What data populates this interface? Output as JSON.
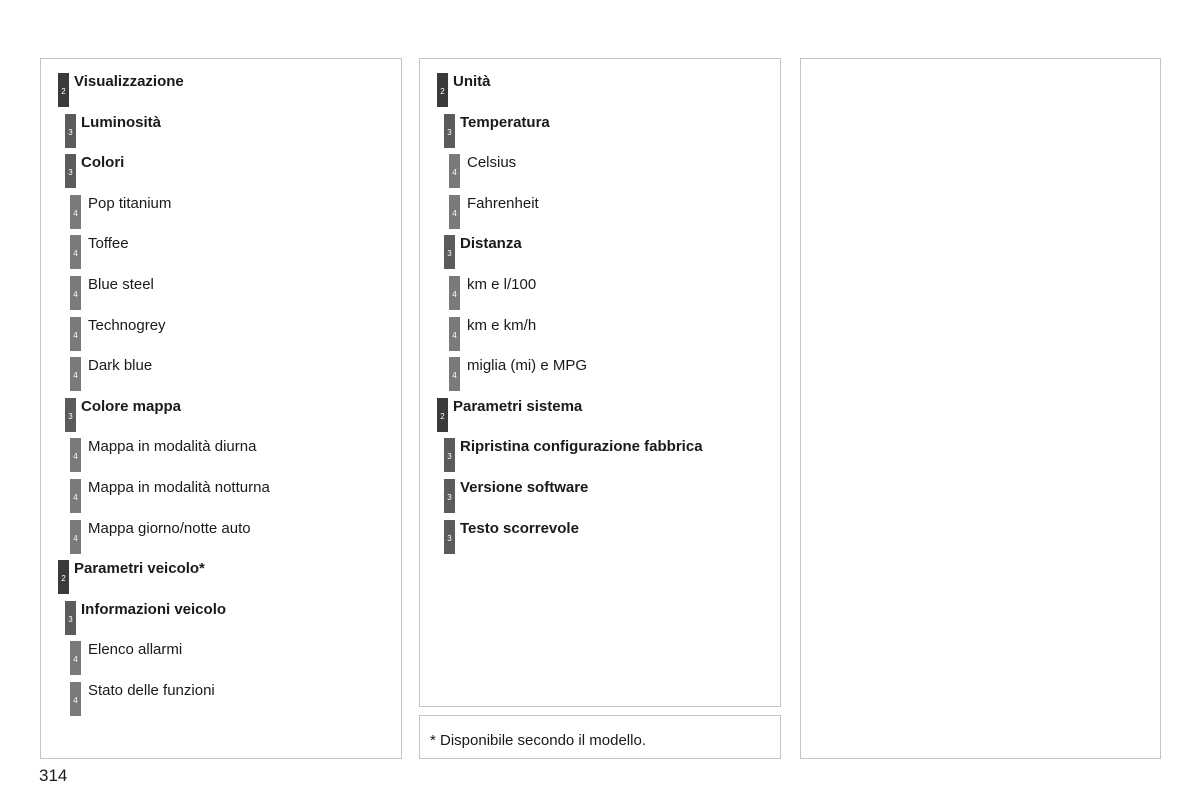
{
  "columns": [
    {
      "items": [
        {
          "level": "2",
          "label": "Visualizzazione"
        },
        {
          "level": "3",
          "label": "Luminosità"
        },
        {
          "level": "3",
          "label": "Colori"
        },
        {
          "level": "4",
          "label": "Pop titanium"
        },
        {
          "level": "4",
          "label": "Toffee"
        },
        {
          "level": "4",
          "label": "Blue steel"
        },
        {
          "level": "4",
          "label": "Technogrey"
        },
        {
          "level": "4",
          "label": "Dark blue"
        },
        {
          "level": "3",
          "label": "Colore mappa"
        },
        {
          "level": "4",
          "label": "Mappa in modalità diurna"
        },
        {
          "level": "4",
          "label": "Mappa in modalità notturna"
        },
        {
          "level": "4",
          "label": "Mappa giorno/notte auto"
        },
        {
          "level": "2",
          "label": "Parametri veicolo*"
        },
        {
          "level": "3",
          "label": "Informazioni veicolo"
        },
        {
          "level": "4",
          "label": "Elenco allarmi"
        },
        {
          "level": "4",
          "label": "Stato delle funzioni"
        }
      ]
    },
    {
      "items": [
        {
          "level": "2",
          "label": "Unità"
        },
        {
          "level": "3",
          "label": "Temperatura"
        },
        {
          "level": "4",
          "label": "Celsius"
        },
        {
          "level": "4",
          "label": "Fahrenheit"
        },
        {
          "level": "3",
          "label": "Distanza"
        },
        {
          "level": "4",
          "label": "km e l/100"
        },
        {
          "level": "4",
          "label": "km e km/h"
        },
        {
          "level": "4",
          "label": "miglia (mi) e MPG"
        },
        {
          "level": "2",
          "label": "Parametri sistema"
        },
        {
          "level": "3",
          "label": "Ripristina configurazione fabbrica"
        },
        {
          "level": "3",
          "label": "Versione software"
        },
        {
          "level": "3",
          "label": "Testo scorrevole"
        }
      ]
    }
  ],
  "footnote": "* Disponibile secondo il modello.",
  "page_number": "314",
  "colors": {
    "level2_marker": "#3a3a3a",
    "level3_marker": "#5b5b5b",
    "level4_marker": "#7a7a7a",
    "panel_border": "#c4c4c4"
  }
}
